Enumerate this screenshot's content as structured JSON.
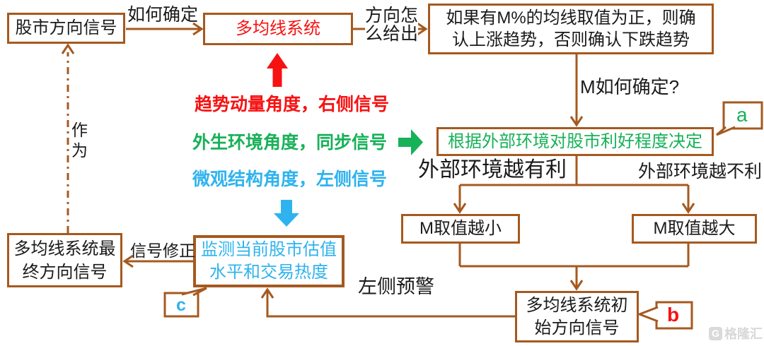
{
  "diagram": {
    "colors": {
      "brown": "#A5591F",
      "red": "#F71111",
      "green": "#17B158",
      "blue": "#2FB3EE"
    },
    "boxes": {
      "market_signal": "股市方向信号",
      "ma_system": "多均线系统",
      "rule_line1": "如果有M%的均线取值为正，则确",
      "rule_line2": "认上涨趋势，否则确认下跌趋势",
      "decide": "根据外部环境对股市利好程度决定",
      "m_small": "M取值越小",
      "m_large": "M取值越大",
      "monitor_line1": "监测当前股市估值",
      "monitor_line2": "水平和交易热度",
      "final_line1": "多均线系统最",
      "final_line2": "终方向信号",
      "initial_line1": "多均线系统初",
      "initial_line2": "始方向信号"
    },
    "labels": {
      "how_determine": "如何确定",
      "direction_line1": "方向怎",
      "direction_line2": "么给出",
      "m_how": "M如何确定?",
      "env_favorable": "外部环境越有利",
      "env_unfavorable": "外部环境越不利",
      "signal_fix": "信号修正",
      "left_warning": "左侧预警",
      "as_line1": "作",
      "as_line2": "为"
    },
    "angles": {
      "trend": "趋势动量角度，右侧信号",
      "external": "外生环境角度，同步信号",
      "micro": "微观结构角度，左侧信号"
    },
    "callouts": {
      "a": "a",
      "b": "b",
      "c": "c"
    },
    "watermark": "格隆汇"
  }
}
